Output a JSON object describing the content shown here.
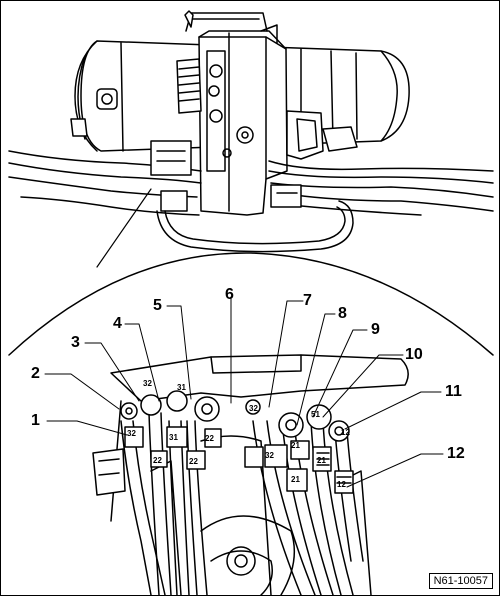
{
  "figure": {
    "reference_code": "N61-10057",
    "callouts": [
      "1",
      "2",
      "3",
      "4",
      "5",
      "6",
      "7",
      "8",
      "9",
      "10",
      "11",
      "12"
    ],
    "port_labels": [
      "32",
      "31",
      "32",
      "31",
      "22",
      "22",
      "32",
      "51",
      "21",
      "12",
      "22",
      "32",
      "21",
      "21",
      "12"
    ]
  }
}
